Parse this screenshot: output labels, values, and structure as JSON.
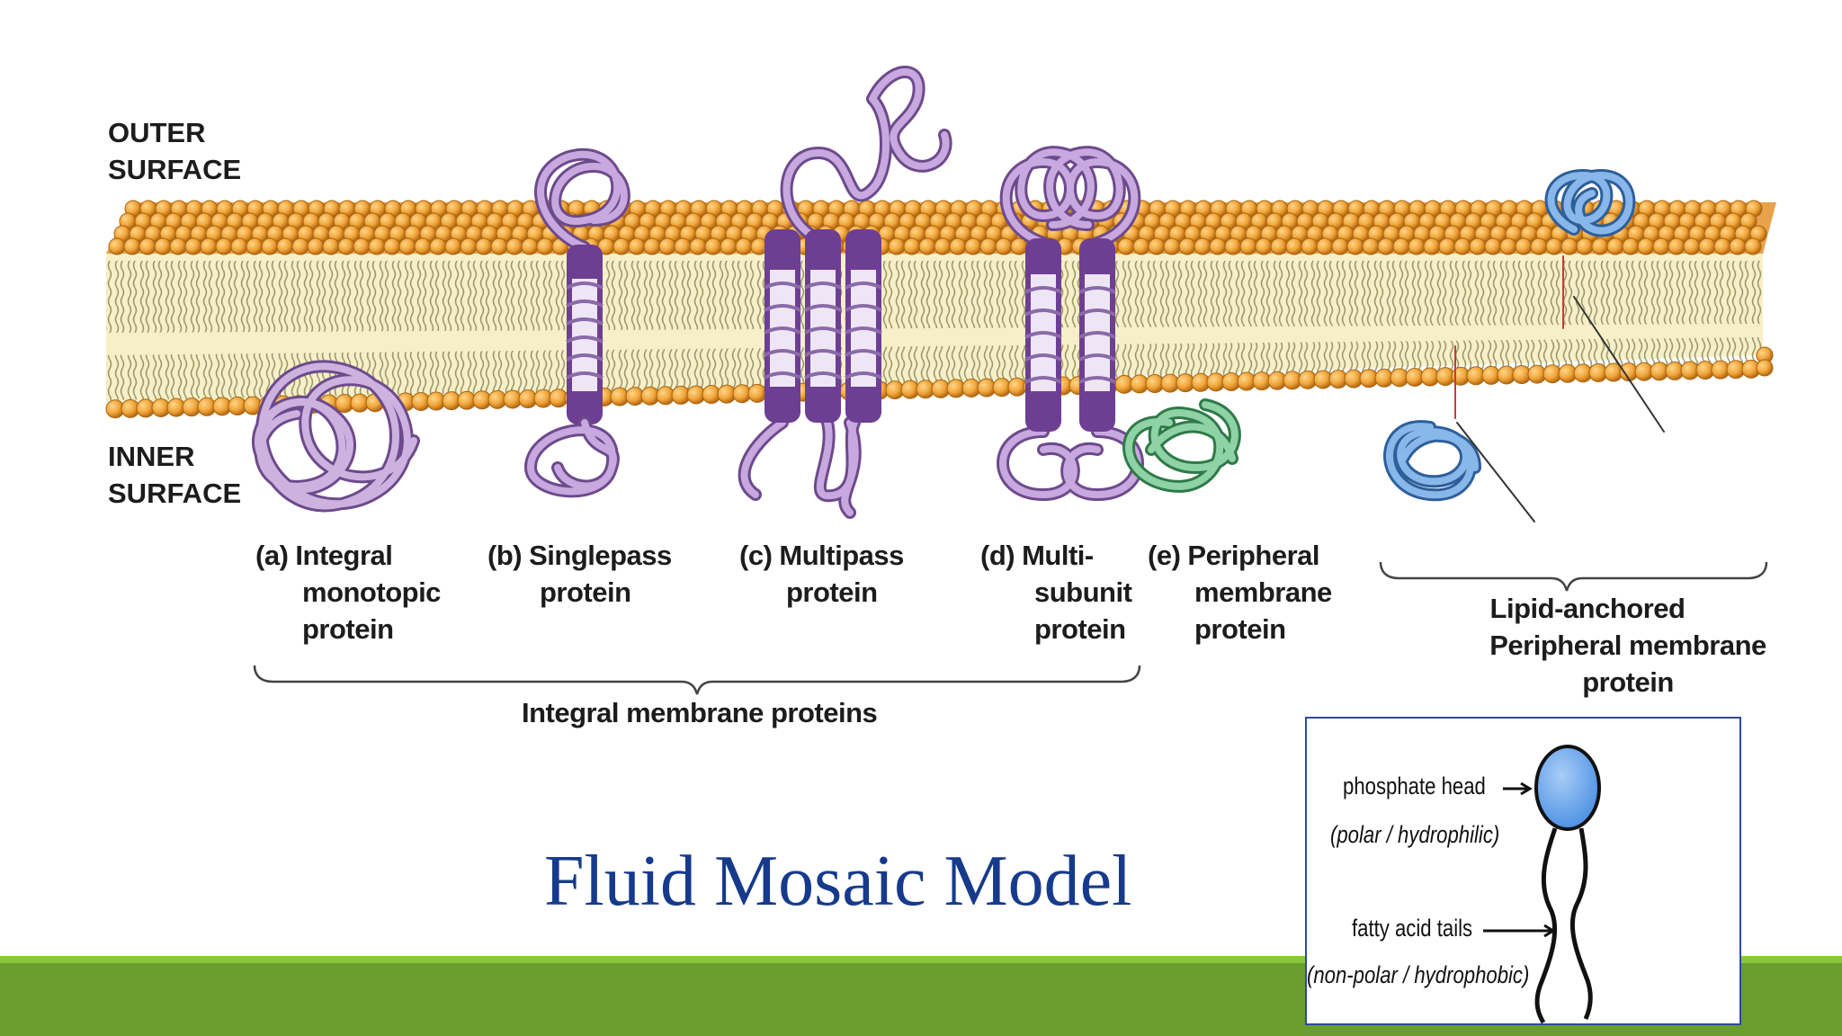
{
  "slide_title": "Fluid Mosaic Model",
  "surfaces": {
    "outer": [
      "OUTER",
      "SURFACE"
    ],
    "inner": [
      "INNER",
      "SURFACE"
    ]
  },
  "protein_labels": {
    "a": {
      "key": "(a)",
      "lines": [
        "Integral",
        "monotopic",
        "protein"
      ]
    },
    "b": {
      "key": "(b)",
      "lines": [
        "Singlepass",
        "protein"
      ]
    },
    "c": {
      "key": "(c)",
      "lines": [
        "Multipass",
        "protein"
      ]
    },
    "d": {
      "key": "(d)",
      "lines": [
        "Multi-",
        "subunit",
        "protein"
      ]
    },
    "e": {
      "key": "(e)",
      "lines": [
        "Peripheral",
        "membrane",
        "protein"
      ]
    }
  },
  "group_labels": {
    "integral": "Integral membrane proteins",
    "lipid_anchored": [
      "Lipid-anchored",
      "Peripheral membrane",
      "protein"
    ]
  },
  "inset": {
    "head_label": "phosphate head",
    "head_desc": "(polar / hydrophilic)",
    "tail_label": "fatty acid tails",
    "tail_desc": "(non-polar / hydrophobic)"
  },
  "colors": {
    "lipid_head": "#f0a63a",
    "lipid_core": "#f6efc8",
    "integral_protein": "#a77cc1",
    "peripheral_protein": "#3fa36a",
    "anchored_protein": "#4a86c8",
    "title": "#163a8c",
    "footer_bar": "#6a9f2f"
  }
}
